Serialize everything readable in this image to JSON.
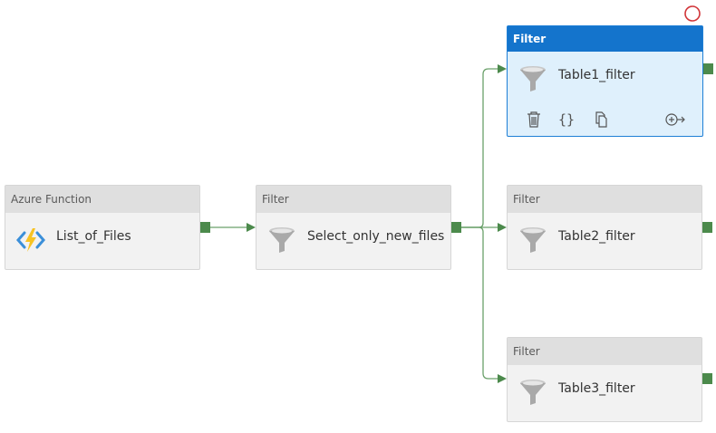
{
  "nodes": [
    {
      "id": "azfunc",
      "type_label": "Azure Function",
      "name": "List_of_Files",
      "icon": "azure-function-icon"
    },
    {
      "id": "filter_new",
      "type_label": "Filter",
      "name": "Select_only_new_files",
      "icon": "funnel-icon"
    },
    {
      "id": "table1",
      "type_label": "Filter",
      "name": "Table1_filter",
      "icon": "funnel-icon",
      "selected": true
    },
    {
      "id": "table2",
      "type_label": "Filter",
      "name": "Table2_filter",
      "icon": "funnel-icon"
    },
    {
      "id": "table3",
      "type_label": "Filter",
      "name": "Table3_filter",
      "icon": "funnel-icon"
    }
  ],
  "actions": [
    {
      "name": "delete-icon"
    },
    {
      "name": "code-braces-icon"
    },
    {
      "name": "copy-icon"
    },
    {
      "name": "add-output-icon"
    }
  ],
  "colors": {
    "connector": "#4c8a4c",
    "selected_header": "#1474cc",
    "selected_body": "#dff0fc",
    "status_circle": "#d13438"
  }
}
